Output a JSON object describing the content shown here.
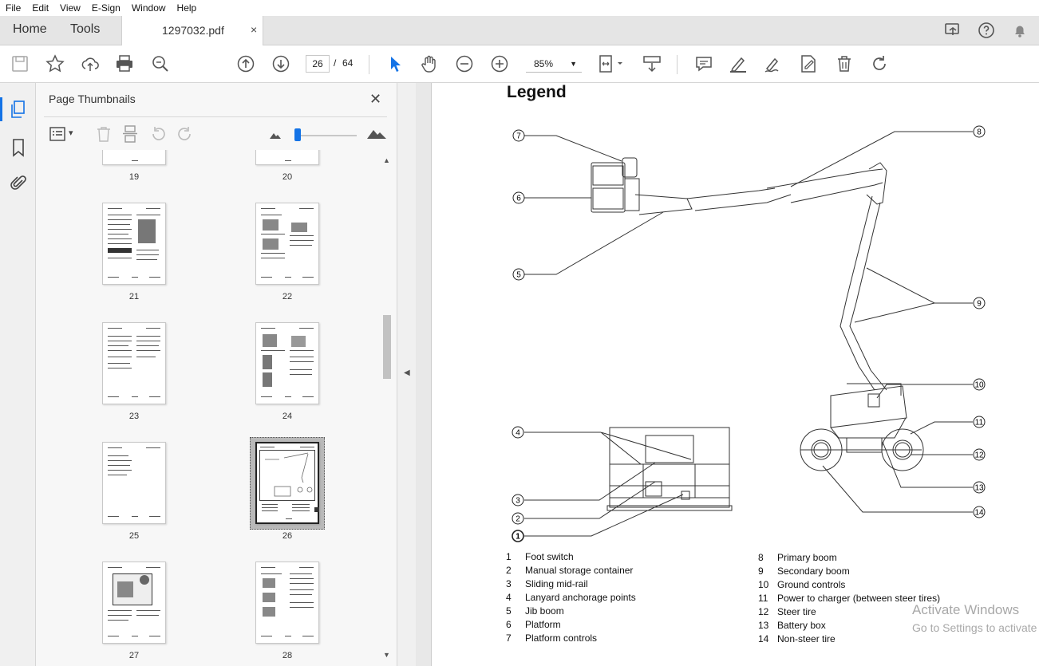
{
  "menu": {
    "items": [
      "File",
      "Edit",
      "View",
      "E-Sign",
      "Window",
      "Help"
    ]
  },
  "tabs": {
    "home": "Home",
    "tools": "Tools",
    "document": "1297032.pdf",
    "close": "×"
  },
  "toolbar": {
    "current_page": "26",
    "page_separator": "/",
    "total_pages": "64",
    "zoom": "85%",
    "zoom_arrow": "▼"
  },
  "panel": {
    "title": "Page Thumbnails",
    "close": "✕",
    "dropdown_arrow": "▾"
  },
  "thumbnails": {
    "labels": [
      "19",
      "20",
      "21",
      "22",
      "23",
      "24",
      "25",
      "26",
      "27",
      "28"
    ],
    "selected": "26"
  },
  "scroll": {
    "up": "▲",
    "down": "▼"
  },
  "collapse": {
    "arrow": "◀"
  },
  "document": {
    "title": "Legend",
    "callouts": [
      "7",
      "6",
      "5",
      "8",
      "9",
      "10",
      "11",
      "12",
      "13",
      "14",
      "4",
      "3",
      "2",
      "1"
    ],
    "items_left": [
      {
        "n": "1",
        "label": "Foot switch"
      },
      {
        "n": "2",
        "label": "Manual storage container"
      },
      {
        "n": "3",
        "label": "Sliding mid-rail"
      },
      {
        "n": "4",
        "label": "Lanyard anchorage points"
      },
      {
        "n": "5",
        "label": "Jib boom"
      },
      {
        "n": "6",
        "label": "Platform"
      },
      {
        "n": "7",
        "label": "Platform controls"
      }
    ],
    "items_right": [
      {
        "n": "8",
        "label": "Primary boom"
      },
      {
        "n": "9",
        "label": "Secondary boom"
      },
      {
        "n": "10",
        "label": "Ground controls"
      },
      {
        "n": "11",
        "label": "Power to charger (between steer tires)"
      },
      {
        "n": "12",
        "label": "Steer tire"
      },
      {
        "n": "13",
        "label": "Battery box"
      },
      {
        "n": "14",
        "label": "Non-steer tire"
      }
    ]
  },
  "watermark": {
    "line1": "Activate Windows",
    "line2": "Go to Settings to activate"
  },
  "colors": {
    "accent": "#1473e6",
    "tabbar": "#e5e5e5"
  }
}
